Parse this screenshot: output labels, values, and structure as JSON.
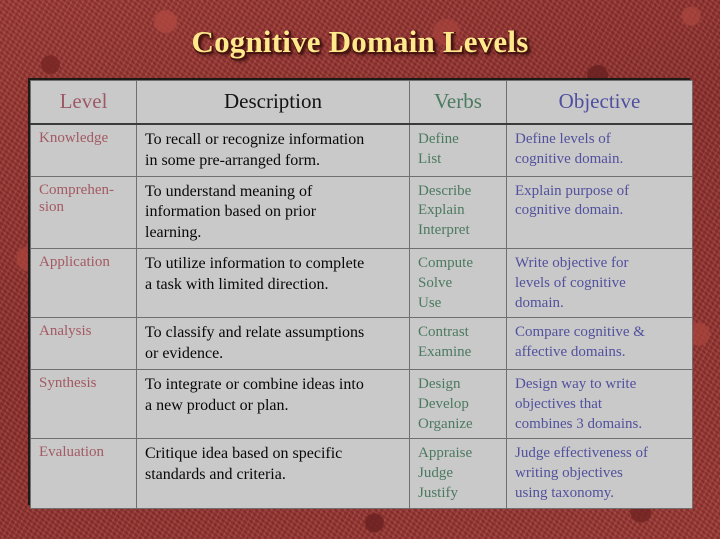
{
  "slide": {
    "title": "Cognitive Domain Levels",
    "background_color": "#9d3733",
    "title_color": "#ffe98c"
  },
  "table": {
    "headers": {
      "level": "Level",
      "description": "Description",
      "verbs": "Verbs",
      "objective": "Objective"
    },
    "header_colors": {
      "level": "#9d5a66",
      "description": "#131313",
      "verbs": "#4c7a60",
      "objective": "#4f4fa0"
    },
    "rows": [
      {
        "level": "Knowledge",
        "level_lines": [
          "Knowledge"
        ],
        "description_lines": [
          "To recall or recognize information",
          "in some pre-arranged form."
        ],
        "verbs": [
          "Define",
          "List"
        ],
        "objective_lines": [
          "Define levels of",
          "cognitive domain."
        ]
      },
      {
        "level": "Comprehension",
        "level_lines": [
          "Comprehen-",
          "sion"
        ],
        "description_lines": [
          "To understand meaning of",
          "information based on prior",
          "learning."
        ],
        "verbs": [
          "Describe",
          "Explain",
          "Interpret"
        ],
        "objective_lines": [
          "Explain purpose of",
          "cognitive domain."
        ]
      },
      {
        "level": "Application",
        "level_lines": [
          "Application"
        ],
        "description_lines": [
          "To utilize information to complete",
          "a task with limited direction."
        ],
        "verbs": [
          "Compute",
          "Solve",
          "Use"
        ],
        "objective_lines": [
          "Write objective for",
          "levels of cognitive",
          "domain."
        ]
      },
      {
        "level": "Analysis",
        "level_lines": [
          "Analysis"
        ],
        "description_lines": [
          "To classify and relate assumptions",
          "or evidence."
        ],
        "verbs": [
          "Contrast",
          "Examine"
        ],
        "objective_lines": [
          "Compare cognitive &",
          "affective domains."
        ]
      },
      {
        "level": "Synthesis",
        "level_lines": [
          "Synthesis"
        ],
        "description_lines": [
          "To integrate or combine ideas into",
          "a new product or plan."
        ],
        "verbs": [
          "Design",
          "Develop",
          "Organize"
        ],
        "objective_lines": [
          "Design way to write",
          "objectives that",
          "combines 3 domains."
        ]
      },
      {
        "level": "Evaluation",
        "level_lines": [
          "Evaluation"
        ],
        "description_lines": [
          "Critique idea based on specific",
          "standards and criteria."
        ],
        "verbs": [
          "Appraise",
          "Judge",
          "Justify"
        ],
        "objective_lines": [
          "Judge effectiveness of",
          "writing objectives",
          "using taxonomy."
        ]
      }
    ]
  }
}
